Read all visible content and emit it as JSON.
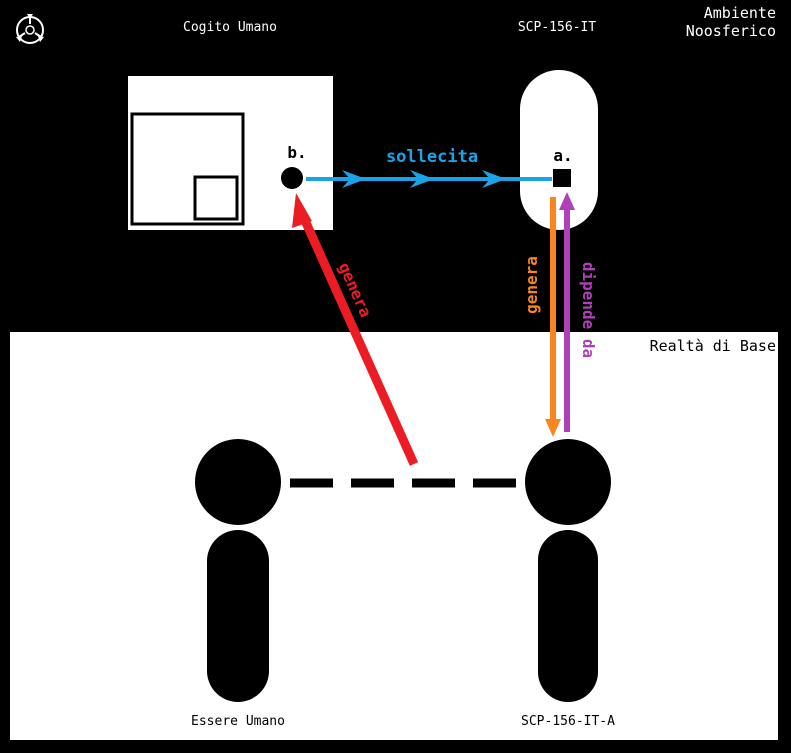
{
  "labels": {
    "cogito": "Cogito Umano",
    "scp": "SCP-156-IT",
    "ambient_line1": "Ambiente",
    "ambient_line2": "Noosferico",
    "base_reality": "Realtà di Base",
    "human": "Essere Umano",
    "scp_a": "SCP-156-IT-A",
    "node_b": "b.",
    "node_a": "a."
  },
  "arrows": {
    "solicits": "sollecita",
    "generates_red": "genera",
    "generates_orange": "genera",
    "depends_on": "dipende da"
  },
  "icons": {
    "logo": "scp-foundation-logo-icon"
  },
  "colors": {
    "background": "#000000",
    "panel": "#ffffff",
    "solicits": "#1aa3e8",
    "generates_red": "#ec1c24",
    "generates_orange": "#f7861e",
    "depends_on": "#b040b8"
  }
}
